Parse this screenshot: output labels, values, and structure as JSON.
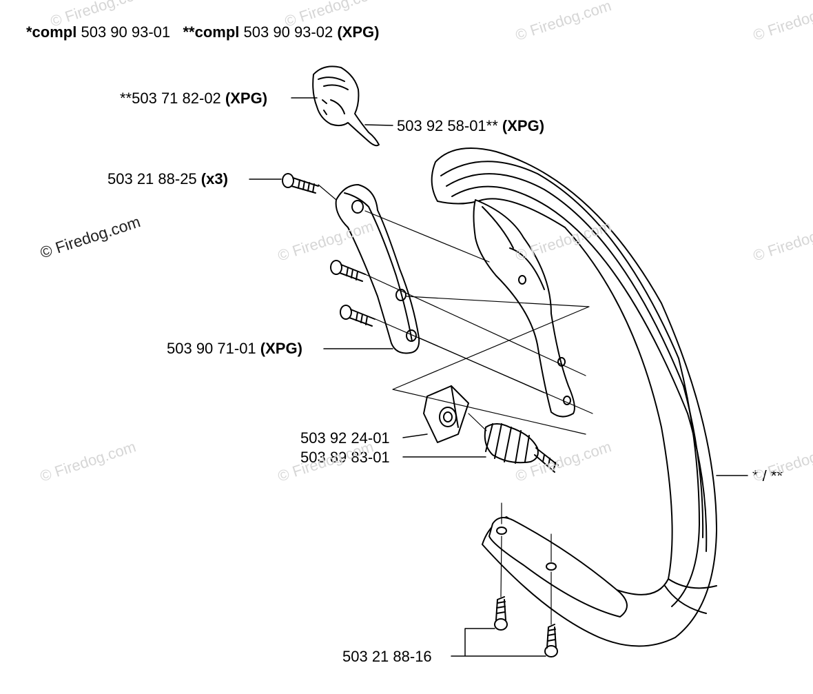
{
  "header": {
    "compl1_prefix": "*compl",
    "compl1_number": "503 90 93-01",
    "compl2_prefix": "**compl",
    "compl2_number": "503 90 93-02",
    "compl2_suffix": "(XPG)"
  },
  "parts": [
    {
      "number": "**503 71 82-02",
      "suffix": "(XPG)"
    },
    {
      "number": "503 92 58-01**",
      "suffix": "(XPG)"
    },
    {
      "number": "503 21 88-25",
      "suffix": "(x3)"
    },
    {
      "number": "503 90 71-01",
      "suffix": "(XPG)"
    },
    {
      "number": "503 92 24-01",
      "suffix": ""
    },
    {
      "number": "503 89 83-01",
      "suffix": ""
    },
    {
      "number": "* / **",
      "suffix": ""
    },
    {
      "number": "503 21 88-16",
      "suffix": ""
    }
  ],
  "watermark": "© Firedog.com",
  "colors": {
    "line": "#000000",
    "watermark": "#d6d6d6"
  }
}
